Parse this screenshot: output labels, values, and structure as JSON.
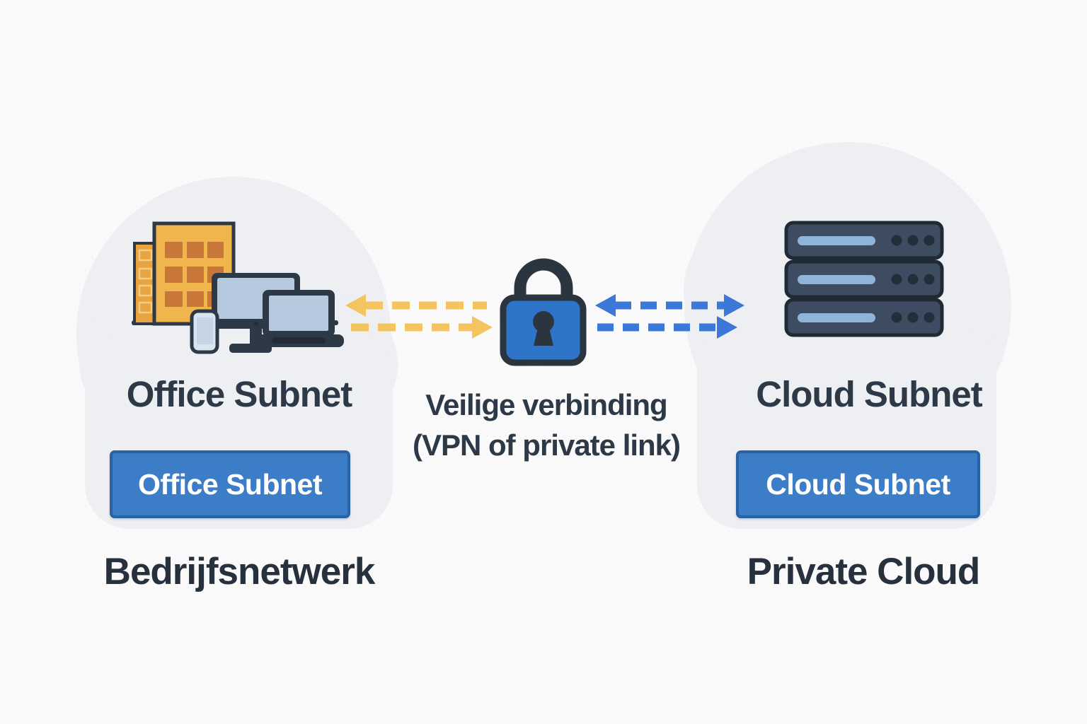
{
  "colors": {
    "background": "#fafafa",
    "cloud_fill": "#edeff2",
    "heading_text": "#2d3947",
    "caption_text": "#27313e",
    "button_blue": "#3c7dc8",
    "button_border": "#2a62a6",
    "button_text": "#ffffff",
    "outline_dark": "#2e3947",
    "building_main": "#f0b54d",
    "building_window": "#c8763a",
    "building_side": "#e9a33f",
    "building_side_window": "#f3cd86",
    "device_screen": "#b7c9de",
    "phone_screen": "#d8e4f0",
    "keyboard_dark": "#222b36",
    "lock_blue": "#2e74c8",
    "lock_outline": "#2a3540",
    "arrow_yellow": "#f3c45f",
    "arrow_blue": "#3b78d7",
    "server_body": "#3d4c61",
    "server_outline": "#202a35",
    "server_bar": "#8fb4d9",
    "server_dot": "#232e3b"
  },
  "left_network": {
    "heading": "Office Subnet",
    "subnet_label": "Office Subnet",
    "caption": "Bedrijfsnetwerk",
    "icons": [
      "cloud-icon",
      "office-building-icon",
      "desktop-monitor-icon",
      "laptop-icon",
      "smartphone-icon"
    ]
  },
  "connection": {
    "icon": "padlock-icon",
    "label_line1": "Veilige verbinding",
    "label_line2": "(VPN of private link)",
    "office_side_arrows": {
      "color": "#f3c45f",
      "style": "dashed",
      "directions": [
        "left",
        "right"
      ]
    },
    "cloud_side_arrows": {
      "color": "#3b78d7",
      "style": "dashed",
      "directions": [
        "both",
        "right"
      ]
    }
  },
  "right_network": {
    "heading": "Cloud Subnet",
    "subnet_label": "Cloud Subnet",
    "caption": "Private Cloud",
    "icons": [
      "cloud-icon",
      "server-rack-icon"
    ]
  }
}
